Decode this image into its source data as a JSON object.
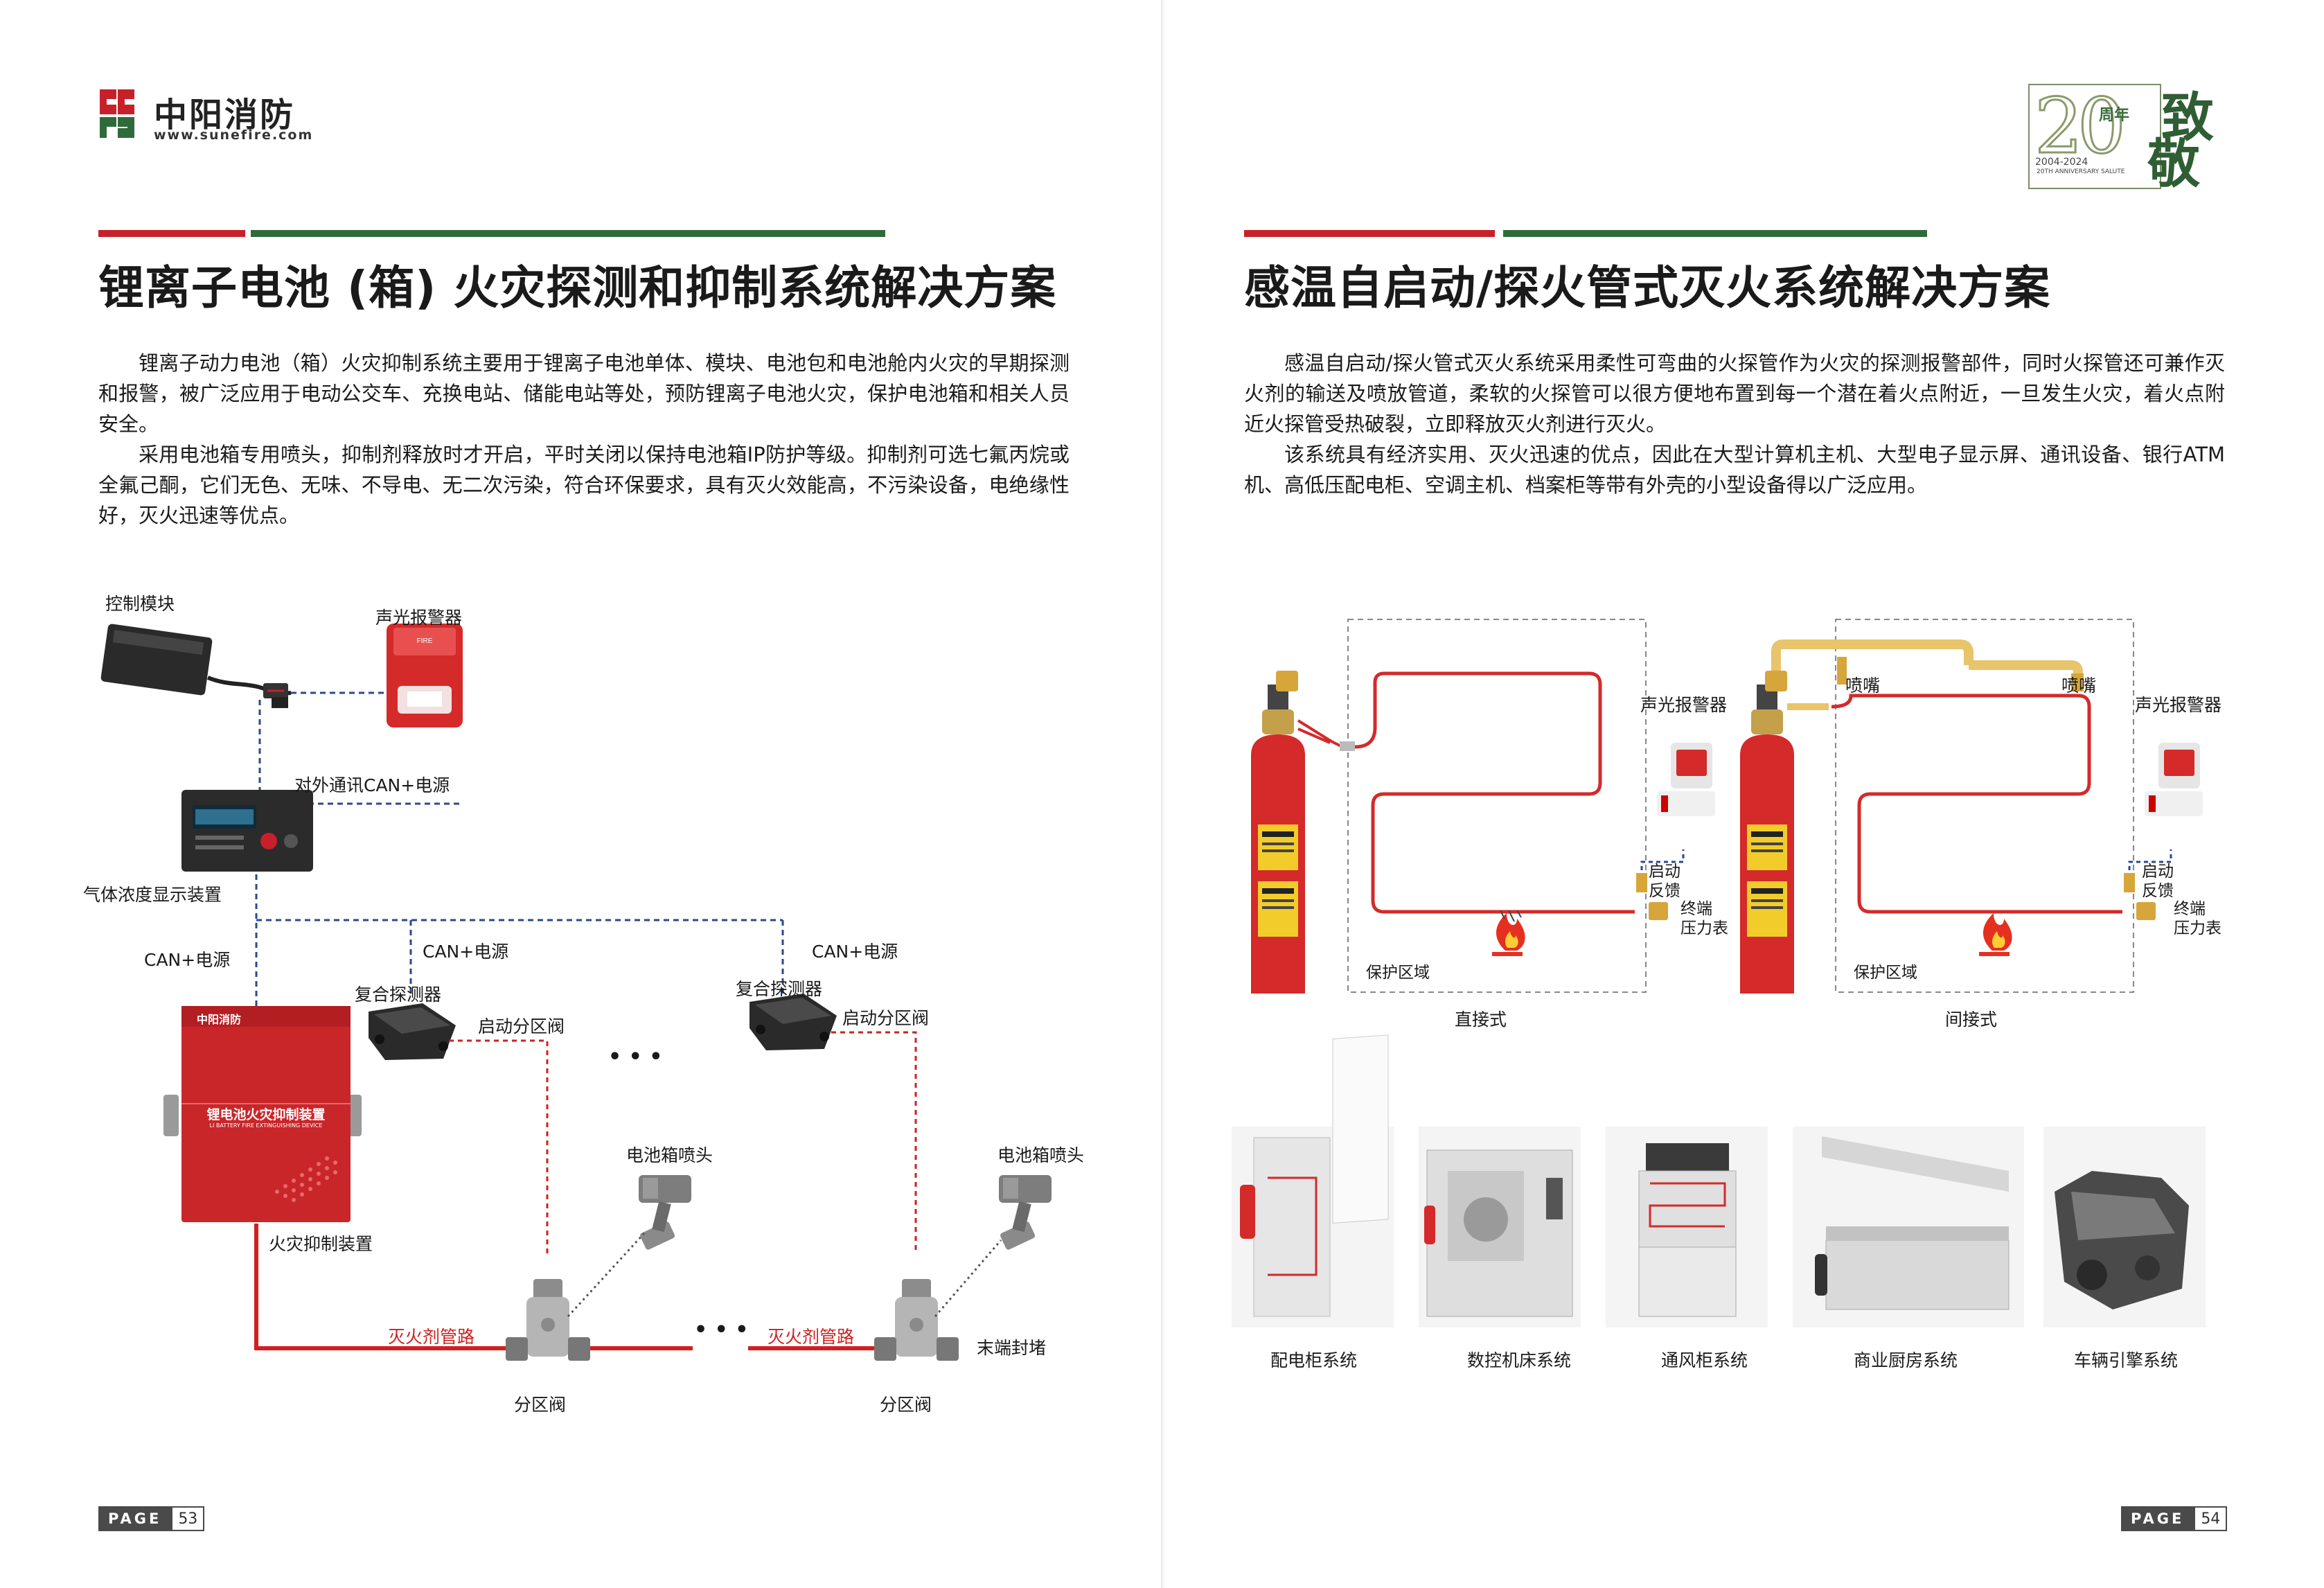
{
  "brand": {
    "name": "中阳消防",
    "url": "www.sunefire.com",
    "colors": {
      "red": "#c8202a",
      "green": "#2f6b3a"
    }
  },
  "anniversary": {
    "number": "20",
    "unit": "周年",
    "years": "2004-2024",
    "subtitle": "20TH ANNIVERSARY SALUTE",
    "char1": "致",
    "char2": "敬"
  },
  "left": {
    "title": "锂离子电池 (箱) 火灾探测和抑制系统解决方案",
    "paragraphs": [
      "锂离子动力电池（箱）火灾抑制系统主要用于锂离子电池单体、模块、电池包和电池舱内火灾的早期探测和报警，被广泛应用于电动公交车、充换电站、储能电站等处，预防锂离子电池火灾，保护电池箱和相关人员安全。",
      "采用电池箱专用喷头，抑制剂释放时才开启，平时关闭以保持电池箱IP防护等级。抑制剂可选七氟丙烷或全氟己酮，它们无色、无味、不导电、无二次污染，符合环保要求，具有灭火效能高，不污染设备，电绝缘性好，灭火迅速等优点。"
    ],
    "diagram": {
      "control_module": "控制模块",
      "alarm": "声光报警器",
      "can_external": "对外通讯CAN+电源",
      "gas_display": "气体浓度显示装置",
      "can_power_1": "CAN+电源",
      "can_power_2": "CAN+电源",
      "can_power_3": "CAN+电源",
      "detector_1": "复合探测器",
      "detector_2": "复合探测器",
      "valve_start_1": "启动分区阀",
      "valve_start_2": "启动分区阀",
      "device_label": "锂电池火灾抑制装置",
      "device_sublabel": "LI BATTERY FIRE EXTINGUISHING DEVICE",
      "device_brand": "中阳消防",
      "suppression": "火灾抑制装置",
      "nozzle_1": "电池箱喷头",
      "nozzle_2": "电池箱喷头",
      "pipe_1": "灭火剂管路",
      "pipe_2": "灭火剂管路",
      "zone_valve_1": "分区阀",
      "zone_valve_2": "分区阀",
      "end_cap": "末端封堵",
      "ellipsis": "• • •"
    },
    "page_label": "PAGE",
    "page_number": "53"
  },
  "right": {
    "title": "感温自启动/探火管式灭火系统解决方案",
    "paragraphs": [
      "感温自启动/探火管式灭火系统采用柔性可弯曲的火探管作为火灾的探测报警部件，同时火探管还可兼作灭火剂的输送及喷放管道，柔软的火探管可以很方便地布置到每一个潜在着火点附近，一旦发生火灾，着火点附近火探管受热破裂，立即释放灭火剂进行灭火。",
      "该系统具有经济实用、灭火迅速的优点，因此在大型计算机主机、大型电子显示屏、通讯设备、银行ATM机、高低压配电柜、空调主机、档案柜等带有外壳的小型设备得以广泛应用。"
    ],
    "direct": {
      "alarm": "声光报警器",
      "feedback": "启动\n反馈",
      "gauge": "终端\n压力表",
      "zone": "保护区域",
      "caption": "直接式"
    },
    "indirect": {
      "nozzle_left": "喷嘴",
      "nozzle_right": "喷嘴",
      "alarm": "声光报警器",
      "feedback": "启动\n反馈",
      "gauge": "终端\n压力表",
      "zone": "保护区域",
      "caption": "间接式"
    },
    "applications": [
      "配电柜系统",
      "数控机床系统",
      "通风柜系统",
      "商业厨房系统",
      "车辆引擎系统"
    ],
    "page_label": "PAGE",
    "page_number": "54"
  }
}
